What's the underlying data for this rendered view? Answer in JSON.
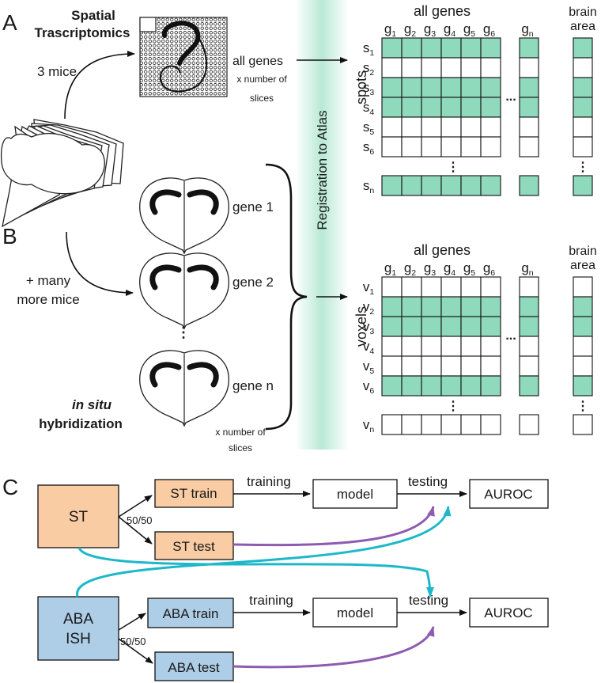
{
  "panels": {
    "a": "A",
    "b": "B",
    "c": "C"
  },
  "st_source": {
    "title_line1": "Spatial",
    "title_line2": "Trascriptomics",
    "mice": "3 mice"
  },
  "st_arrow": {
    "label": "all genes",
    "sub1": "x number of",
    "sub2": "slices"
  },
  "ish_source": {
    "mice_line1": "+ many",
    "mice_line2": "more mice",
    "method_line1": "in situ",
    "method_line2": "hybridization",
    "sections": [
      "gene 1",
      "gene 2",
      "gene n"
    ],
    "dots": "⋮",
    "slices_line1": "x number of",
    "slices_line2": "slices"
  },
  "registration": "Registration to Atlas",
  "matrix_st": {
    "header": "all genes",
    "genes": [
      {
        "b": "g",
        "s": "1"
      },
      {
        "b": "g",
        "s": "2"
      },
      {
        "b": "g",
        "s": "3"
      },
      {
        "b": "g",
        "s": "4"
      },
      {
        "b": "g",
        "s": "5"
      },
      {
        "b": "g",
        "s": "6"
      }
    ],
    "gene_n": {
      "b": "g",
      "s": "n"
    },
    "side_label": "spots",
    "rows": [
      {
        "b": "s",
        "s": "1"
      },
      {
        "b": "s",
        "s": "2"
      },
      {
        "b": "s",
        "s": "3"
      },
      {
        "b": "s",
        "s": "4"
      },
      {
        "b": "s",
        "s": "5"
      },
      {
        "b": "s",
        "s": "6"
      }
    ],
    "row_n": {
      "b": "s",
      "s": "n"
    },
    "filled_rows": [
      true,
      false,
      true,
      true,
      false,
      false
    ],
    "filled_last": true,
    "brain_header1": "brain",
    "brain_header2": "area",
    "ellipsis": "...",
    "vdots": "⋮"
  },
  "matrix_ish": {
    "header": "all genes",
    "genes": [
      {
        "b": "g",
        "s": "1"
      },
      {
        "b": "g",
        "s": "2"
      },
      {
        "b": "g",
        "s": "3"
      },
      {
        "b": "g",
        "s": "4"
      },
      {
        "b": "g",
        "s": "5"
      },
      {
        "b": "g",
        "s": "6"
      }
    ],
    "gene_n": {
      "b": "g",
      "s": "n"
    },
    "side_label": "voxels",
    "rows": [
      {
        "b": "v",
        "s": "1"
      },
      {
        "b": "v",
        "s": "2"
      },
      {
        "b": "v",
        "s": "3"
      },
      {
        "b": "v",
        "s": "4"
      },
      {
        "b": "v",
        "s": "5"
      },
      {
        "b": "v",
        "s": "6"
      }
    ],
    "row_n": {
      "b": "v",
      "s": "n"
    },
    "filled_rows": [
      false,
      true,
      true,
      false,
      false,
      true
    ],
    "filled_last": false,
    "brain_header1": "brain",
    "brain_header2": "area",
    "ellipsis": "...",
    "vdots": "⋮"
  },
  "flow": {
    "st": "ST",
    "st_train": "ST train",
    "st_test": "ST test",
    "split1": "50/50",
    "aba_line1": "ABA",
    "aba_line2": "ISH",
    "aba_train": "ABA train",
    "aba_test": "ABA test",
    "split2": "50/50",
    "training": "training",
    "testing": "testing",
    "model": "model",
    "auroc": "AUROC"
  },
  "colors": {
    "teal_fill": "#8fd9bd",
    "orange_fill": "#f9cca4",
    "blue_fill": "#aecde6",
    "purple_arrow": "#8e5bb0",
    "cyan_arrow": "#1cb8c9",
    "registration_band": "#b9e9d7"
  }
}
